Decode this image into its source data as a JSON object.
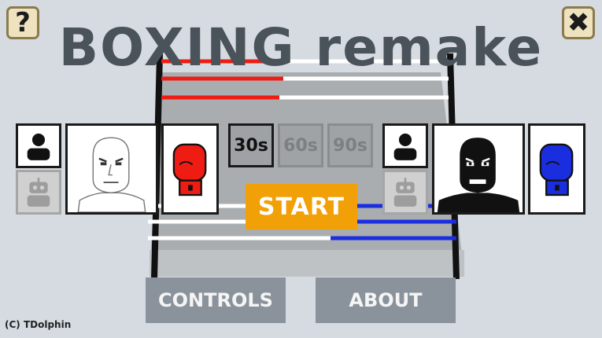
{
  "title": "BOXING remake",
  "help_icon_glyph": "?",
  "close_icon_glyph": "✖",
  "time_options": [
    "30s",
    "60s",
    "90s"
  ],
  "selected_time": "30s",
  "start_label": "START",
  "controls_label": "CONTROLS",
  "about_label": "ABOUT",
  "copyright": "(C) TDolphin",
  "colors": {
    "background": "#d5dbe0",
    "title": "#4a525a",
    "start": "#f2a007",
    "menu_button": "#8a939b",
    "red_glove": "#ee1c12",
    "blue_glove": "#1a2ee0",
    "corner_button": "#efe3bf"
  },
  "left_player": {
    "control": "human",
    "boxer": "white",
    "glove": "red"
  },
  "right_player": {
    "control": "human",
    "boxer": "black",
    "glove": "blue"
  }
}
